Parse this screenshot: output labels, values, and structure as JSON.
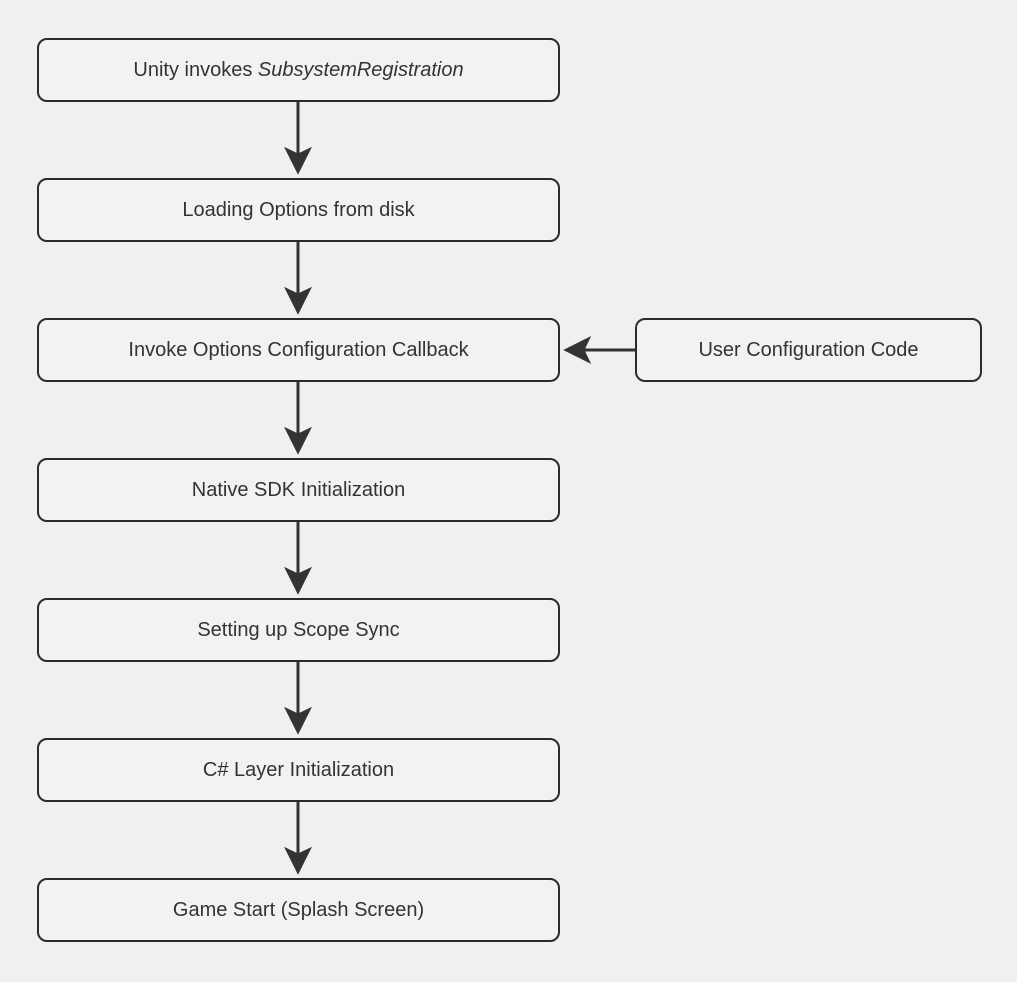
{
  "colors": {
    "background": "#f0f0f0",
    "node_fill": "#f2f2f2",
    "node_border": "#2b2b2b",
    "arrow": "#333333",
    "text": "#333333"
  },
  "diagram": {
    "type": "flowchart",
    "direction": "top-down",
    "nodes": [
      {
        "id": "A",
        "text": "Unity invokes ",
        "text_em": "SubsystemRegistration"
      },
      {
        "id": "B",
        "text": "Loading Options from disk"
      },
      {
        "id": "C",
        "text": "Invoke Options Configuration Callback"
      },
      {
        "id": "U",
        "text": "User Configuration Code"
      },
      {
        "id": "D",
        "text": "Native SDK Initialization"
      },
      {
        "id": "E",
        "text": "Setting up Scope Sync"
      },
      {
        "id": "F",
        "text": "C# Layer Initialization"
      },
      {
        "id": "G",
        "text": "Game Start (Splash Screen)"
      }
    ],
    "edges": [
      {
        "from": "A",
        "to": "B"
      },
      {
        "from": "B",
        "to": "C"
      },
      {
        "from": "U",
        "to": "C"
      },
      {
        "from": "C",
        "to": "D"
      },
      {
        "from": "D",
        "to": "E"
      },
      {
        "from": "E",
        "to": "F"
      },
      {
        "from": "F",
        "to": "G"
      }
    ]
  }
}
